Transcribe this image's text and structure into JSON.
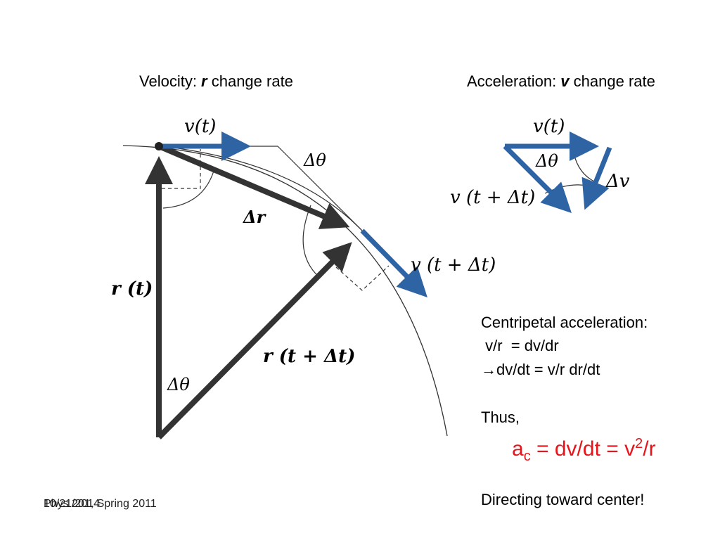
{
  "headings": {
    "velocity_prefix": "Velocity: ",
    "velocity_var": "r",
    "velocity_suffix": " change  rate",
    "accel_prefix": "Acceleration: ",
    "accel_var": "v",
    "accel_suffix": " change rate"
  },
  "left_diagram": {
    "v_t": "v(t)",
    "delta_theta_top": "Δθ",
    "delta_r": "Δr",
    "r_t": "r (t)",
    "v_t_dt": "v (t + Δt)",
    "r_t_dt": "r (t + Δt)",
    "delta_theta_bottom": "Δθ"
  },
  "right_diagram": {
    "v_t": "v(t)",
    "delta_theta": "Δθ",
    "v_t_dt": "v (t + Δt)",
    "delta_v": "Δv"
  },
  "explanation": {
    "line1": "Centripetal acceleration:",
    "line2": " v/r  = dv/dr",
    "line3_arrow": "→",
    "line3": "dv/dt = v/r dr/dt",
    "line4": "Thus,",
    "formula_a": "a",
    "formula_sub": "c",
    "formula_mid": " = dv/dt = v",
    "formula_sup": "2",
    "formula_end": "/r",
    "line5": "Directing toward center!"
  },
  "footer": {
    "date": "10/21/2014",
    "course": "Phys 201, Spring 2011"
  },
  "colors": {
    "blue": "#2e64a4",
    "dark": "#333333",
    "red": "#e8141b"
  }
}
